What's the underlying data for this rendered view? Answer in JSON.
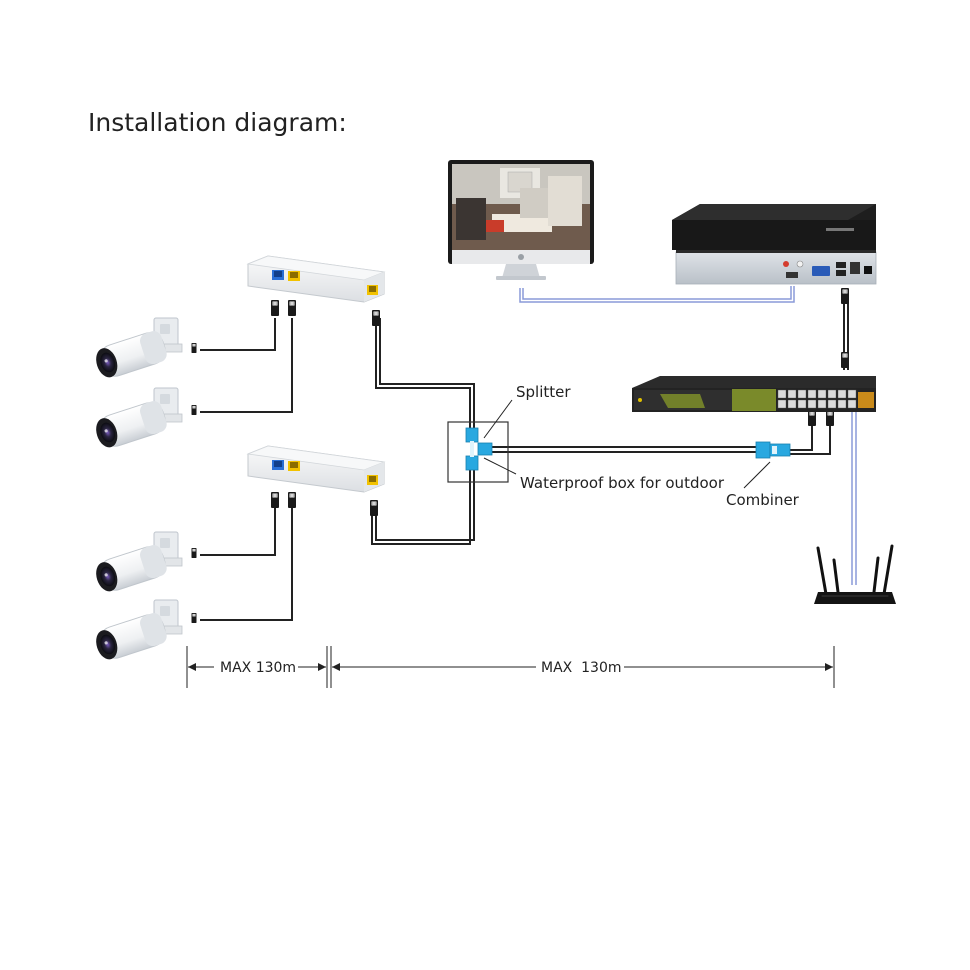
{
  "title": "Installation diagram:",
  "labels": {
    "splitter": "Splitter",
    "waterproof_box": "Waterproof box for outdoor",
    "combiner": "Combiner"
  },
  "distances": {
    "left": "MAX 130m",
    "right": "MAX  130m"
  },
  "colors": {
    "ethernet_cable": "#222222",
    "network_link": "#8a9ad8",
    "splitter_accent": "#29a8e0",
    "port_blue": "#2a6fd6",
    "port_yellow": "#f2c200",
    "switch_body": "#2b2b2b",
    "switch_panel": "#7a8a2a",
    "nvr_body": "#1e1e1e",
    "nvr_front": "#c8ced6"
  },
  "icons": [
    "bullet-camera-icon",
    "poe-splitter-icon",
    "monitor-icon",
    "nvr-icon",
    "poe-switch-icon",
    "router-icon",
    "combiner-icon",
    "waterproof-box-icon"
  ]
}
